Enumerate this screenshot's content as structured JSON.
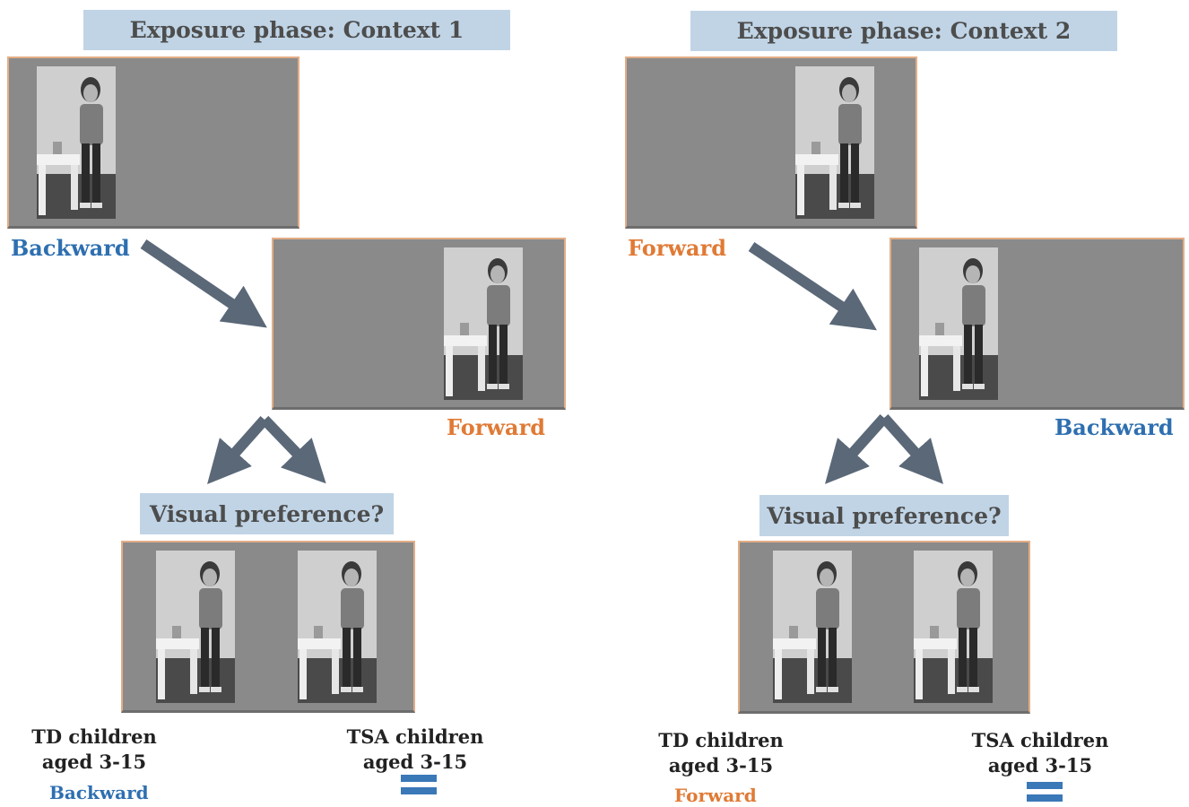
{
  "left": {
    "title": "Exposure phase: Context 1",
    "first_direction": "Backward",
    "second_direction": "Forward",
    "question": "Visual preference?",
    "group_td_line1": "TD children",
    "group_td_line2": "aged 3-15",
    "group_tsa_line1": "TSA children",
    "group_tsa_line2": "aged 3-15",
    "td_result": "Backward",
    "tsa_result_icon": "equals-icon"
  },
  "right": {
    "title": "Exposure phase: Context 2",
    "first_direction": "Forward",
    "second_direction": "Backward",
    "question": "Visual preference?",
    "group_td_line1": "TD children",
    "group_td_line2": "aged 3-15",
    "group_tsa_line1": "TSA children",
    "group_tsa_line2": "aged 3-15",
    "td_result": "Forward",
    "tsa_result_icon": "equals-icon"
  },
  "colors": {
    "backward": "#2e6fb0",
    "forward": "#e07a35",
    "banner": "#c0d4e6",
    "screen": "#8a8a8a",
    "arrow": "#5a6878"
  }
}
